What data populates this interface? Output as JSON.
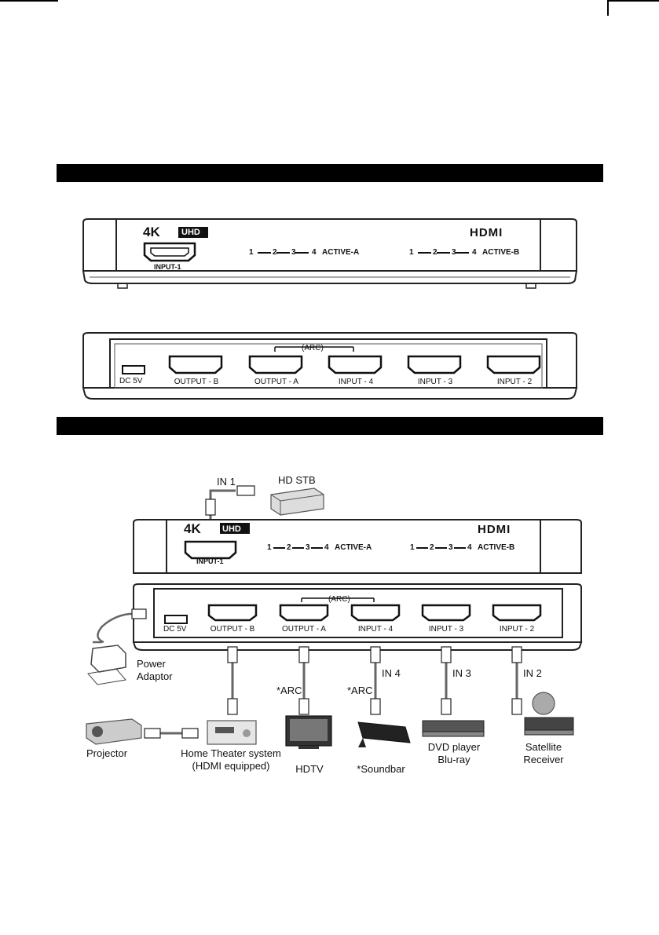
{
  "front_panel": {
    "logo_4k": "4K",
    "logo_uhd": "UHD",
    "hdmi_logo": "HDMI",
    "input_label": "INPUT-1",
    "active_a": [
      "1",
      "2",
      "3",
      "4",
      "ACTIVE-A"
    ],
    "active_b": [
      "1",
      "2",
      "3",
      "4",
      "ACTIVE-B"
    ]
  },
  "rear_panel": {
    "dc_label": "DC 5V",
    "arc_label": "(ARC)",
    "ports": [
      "OUTPUT - B",
      "OUTPUT - A",
      "INPUT - 4",
      "INPUT - 3",
      "INPUT - 2"
    ]
  },
  "connection": {
    "in1": "IN 1",
    "hd_stb": "HD STB",
    "power_adaptor": [
      "Power",
      "Adaptor"
    ],
    "in4": "IN 4",
    "in3": "IN 3",
    "in2": "IN 2",
    "arc_a": "*ARC",
    "arc_b": "*ARC",
    "projector": "Projector",
    "home_theater": [
      "Home Theater system",
      "(HDMI equipped)"
    ],
    "hdtv": "HDTV",
    "soundbar": "*Soundbar",
    "dvd": [
      "DVD player",
      "Blu-ray"
    ],
    "satellite": [
      "Satellite",
      "Receiver"
    ]
  }
}
